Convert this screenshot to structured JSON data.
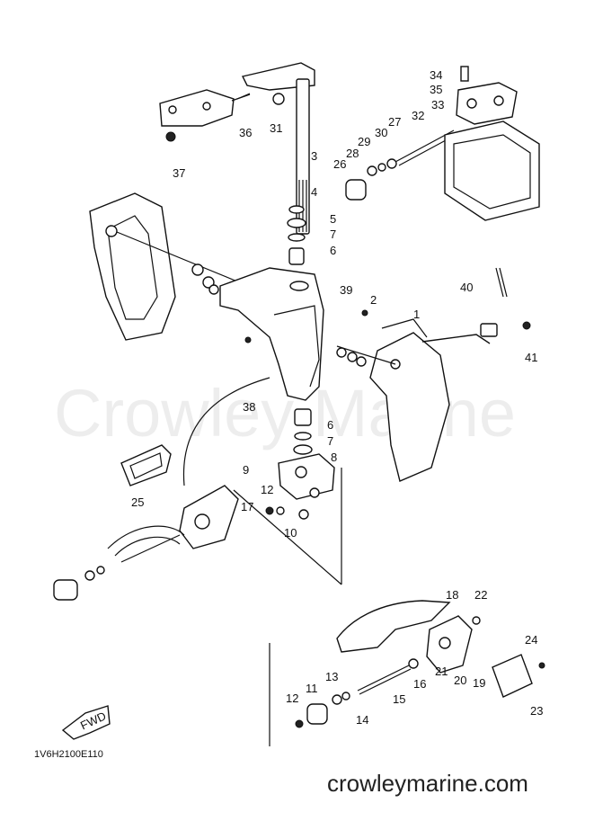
{
  "diagram": {
    "footer_code": "1V6H2100E110",
    "watermark": "Crowley Marine",
    "site": "crowleymarine.com",
    "fwd_label": "FWD",
    "callouts": [
      {
        "id": "c34",
        "text": "34"
      },
      {
        "id": "c35",
        "text": "35"
      },
      {
        "id": "c33",
        "text": "33"
      },
      {
        "id": "c32",
        "text": "32"
      },
      {
        "id": "c27",
        "text": "27"
      },
      {
        "id": "c30",
        "text": "30"
      },
      {
        "id": "c29",
        "text": "29"
      },
      {
        "id": "c28",
        "text": "28"
      },
      {
        "id": "c26",
        "text": "26"
      },
      {
        "id": "c36",
        "text": "36"
      },
      {
        "id": "c31",
        "text": "31"
      },
      {
        "id": "c3",
        "text": "3"
      },
      {
        "id": "c37",
        "text": "37"
      },
      {
        "id": "c4",
        "text": "4"
      },
      {
        "id": "c5",
        "text": "5"
      },
      {
        "id": "c7a",
        "text": "7"
      },
      {
        "id": "c6a",
        "text": "6"
      },
      {
        "id": "c40",
        "text": "40"
      },
      {
        "id": "c39",
        "text": "39"
      },
      {
        "id": "c2",
        "text": "2"
      },
      {
        "id": "c1",
        "text": "1"
      },
      {
        "id": "c41",
        "text": "41"
      },
      {
        "id": "c38",
        "text": "38"
      },
      {
        "id": "c6b",
        "text": "6"
      },
      {
        "id": "c7b",
        "text": "7"
      },
      {
        "id": "c8",
        "text": "8"
      },
      {
        "id": "c9",
        "text": "9"
      },
      {
        "id": "c25",
        "text": "25"
      },
      {
        "id": "c12a",
        "text": "12"
      },
      {
        "id": "c17",
        "text": "17"
      },
      {
        "id": "c10",
        "text": "10"
      },
      {
        "id": "c18",
        "text": "18"
      },
      {
        "id": "c22",
        "text": "22"
      },
      {
        "id": "c24",
        "text": "24"
      },
      {
        "id": "c21",
        "text": "21"
      },
      {
        "id": "c20",
        "text": "20"
      },
      {
        "id": "c19",
        "text": "19"
      },
      {
        "id": "c16",
        "text": "16"
      },
      {
        "id": "c13",
        "text": "13"
      },
      {
        "id": "c11",
        "text": "11"
      },
      {
        "id": "c12b",
        "text": "12"
      },
      {
        "id": "c14",
        "text": "14"
      },
      {
        "id": "c15",
        "text": "15"
      },
      {
        "id": "c23",
        "text": "23"
      }
    ]
  }
}
